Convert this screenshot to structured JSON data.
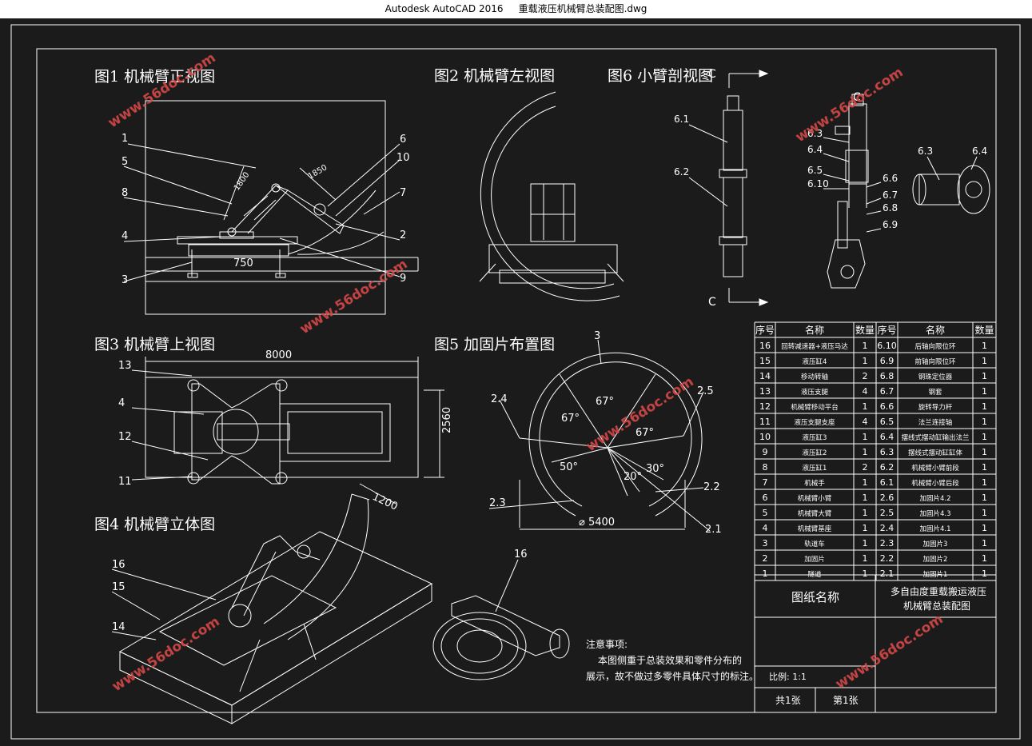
{
  "window": {
    "app_title": "Autodesk AutoCAD 2016",
    "file_name": "重载液压机械臂总装配图.dwg"
  },
  "colors": {
    "background": "#1b1b1b",
    "lines": "#ffffff",
    "watermark": "#d94a4a"
  },
  "watermark_text": "www.56doc.com",
  "views": {
    "fig1_title": "图1 机械臂正视图",
    "fig2_title": "图2 机械臂左视图",
    "fig3_title": "图3 机械臂上视图",
    "fig4_title": "图4 机械臂立体图",
    "fig5_title": "图5 加固片布置图",
    "fig6_title": "图6 小臂剖视图"
  },
  "fig1": {
    "callouts": [
      "1",
      "5",
      "8",
      "4",
      "3",
      "6",
      "10",
      "7",
      "2",
      "9"
    ],
    "dim_1800": "1800",
    "dim_1850": "1850",
    "dim_750": "750"
  },
  "fig3": {
    "dim_8000": "8000",
    "dim_2560": "2560",
    "callouts": [
      "13",
      "4",
      "12",
      "11"
    ]
  },
  "fig4": {
    "callouts": [
      "16",
      "15",
      "14"
    ],
    "dim_1200": "1200"
  },
  "fig5": {
    "callouts": [
      "3",
      "2.4",
      "2.5",
      "2.3",
      "2.2",
      "2.1"
    ],
    "angle_67_a": "67°",
    "angle_67_b": "67°",
    "angle_67_c": "67°",
    "angle_50": "50°",
    "angle_20": "20°",
    "angle_30": "30°",
    "diameter": "⌀ 5400",
    "part_16": "16"
  },
  "fig6": {
    "section_c_top": "C",
    "section_c_bottom": "C",
    "section_c_right": "C",
    "callouts_left": [
      "6.1",
      "6.2"
    ],
    "callouts_right": [
      "6.3",
      "6.4",
      "6.5",
      "6.10",
      "6.6",
      "6.7",
      "6.8",
      "6.9"
    ],
    "callouts_detail": [
      "6.3",
      "6.4"
    ]
  },
  "bom": {
    "headers": [
      "序号",
      "名称",
      "数量",
      "序号",
      "名称",
      "数量"
    ],
    "rows": [
      [
        "16",
        "回转减速器+液压马达",
        "1",
        "6.10",
        "后轴向限位环",
        "1"
      ],
      [
        "15",
        "液压缸4",
        "1",
        "6.9",
        "前轴向限位环",
        "1"
      ],
      [
        "14",
        "移动转轴",
        "2",
        "6.8",
        "钢珠定位器",
        "1"
      ],
      [
        "13",
        "液压支腿",
        "4",
        "6.7",
        "钢套",
        "1"
      ],
      [
        "12",
        "机械臂移动平台",
        "1",
        "6.6",
        "旋转导力杆",
        "1"
      ],
      [
        "11",
        "液压支腿支座",
        "4",
        "6.5",
        "法兰连接轴",
        "1"
      ],
      [
        "10",
        "液压缸3",
        "1",
        "6.4",
        "摆线式摆动缸输出法兰",
        "1"
      ],
      [
        "9",
        "液压缸2",
        "1",
        "6.3",
        "摆线式摆动缸缸体",
        "1"
      ],
      [
        "8",
        "液压缸1",
        "2",
        "6.2",
        "机械臂小臂前段",
        "1"
      ],
      [
        "7",
        "机械手",
        "1",
        "6.1",
        "机械臂小臂后段",
        "1"
      ],
      [
        "6",
        "机械臂小臂",
        "1",
        "2.6",
        "加固片4.2",
        "1"
      ],
      [
        "5",
        "机械臂大臂",
        "1",
        "2.5",
        "加固片4.3",
        "1"
      ],
      [
        "4",
        "机械臂基座",
        "1",
        "2.4",
        "加固片4.1",
        "1"
      ],
      [
        "3",
        "轨道车",
        "1",
        "2.3",
        "加固片3",
        "1"
      ],
      [
        "2",
        "加固片",
        "1",
        "2.2",
        "加固片2",
        "1"
      ],
      [
        "1",
        "隧道",
        "1",
        "2.1",
        "加固片1",
        "1"
      ]
    ]
  },
  "title_block": {
    "drawing_name_label": "图纸名称",
    "drawing_name_line1": "多自由度重载搬运液压",
    "drawing_name_line2": "机械臂总装配图",
    "scale": "比例: 1:1",
    "total_sheets": "共1张",
    "sheet_no": "第1张"
  },
  "notes": {
    "heading": "注意事项:",
    "line1": "本图侧重于总装效果和零件分布的",
    "line2": "展示，故不做过多零件具体尺寸的标注。"
  }
}
